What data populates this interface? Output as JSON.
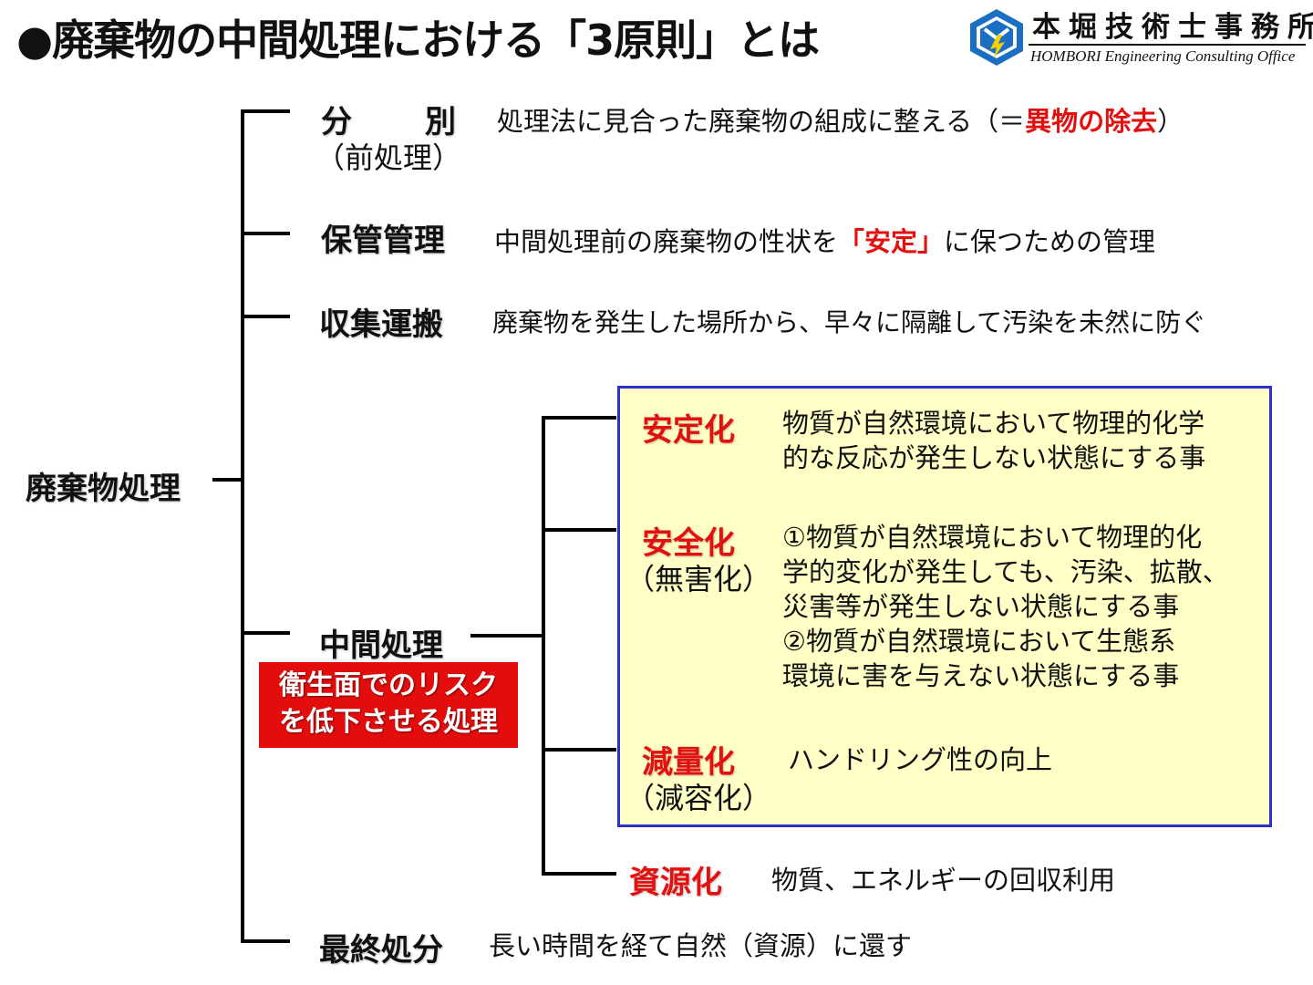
{
  "title": "●廃棄物の中間処理における「3原則」とは",
  "logo": {
    "name_jp": "本堀技術士事務所",
    "name_en": "HOMBORI Engineering Consulting Office",
    "colors": {
      "blue": "#1b6fc2",
      "yellow": "#f5d000"
    }
  },
  "root": {
    "label": "廃棄物処理"
  },
  "branches": {
    "bunbetsu": {
      "label": "分　　別",
      "sub": "（前処理）",
      "desc_prefix": "処理法に見合った廃棄物の組成に整える（＝",
      "desc_highlight": "異物の除去",
      "desc_suffix": "）"
    },
    "hokan": {
      "label": "保管管理",
      "desc_prefix": "中間処理前の廃棄物の性状を",
      "desc_highlight": "「安定」",
      "desc_suffix": "に保つための管理"
    },
    "shushu": {
      "label": "収集運搬",
      "desc": "廃棄物を発生した場所から、早々に隔離して汚染を未然に防ぐ"
    },
    "chukan": {
      "label": "中間処理",
      "note_line1": "衛生面でのリスク",
      "note_line2": "を低下させる処理"
    },
    "saishu": {
      "label": "最終処分",
      "desc": "長い時間を経て自然（資源）に還す"
    }
  },
  "principles": [
    {
      "label": "安定化",
      "sub": "",
      "desc": [
        "物質が自然環境において物理的化学",
        "的な反応が発生しない状態にする事"
      ]
    },
    {
      "label": "安全化",
      "sub": "（無害化）",
      "desc": [
        "①物質が自然環境において物理的化",
        "学的変化が発生しても、汚染、拡散、",
        "災害等が発生しない状態にする事",
        "②物質が自然環境において生態系",
        "環境に害を与えない状態にする事"
      ]
    },
    {
      "label": "減量化",
      "sub": "（減容化）",
      "desc": [
        "ハンドリング性の向上"
      ]
    }
  ],
  "resource": {
    "label": "資源化",
    "desc": "物質、エネルギーの回収利用"
  },
  "colors": {
    "highlight": "#e41010",
    "box_fill": "#ffffc6",
    "box_border": "#2b30c8",
    "note_fill": "#e40d0d"
  }
}
